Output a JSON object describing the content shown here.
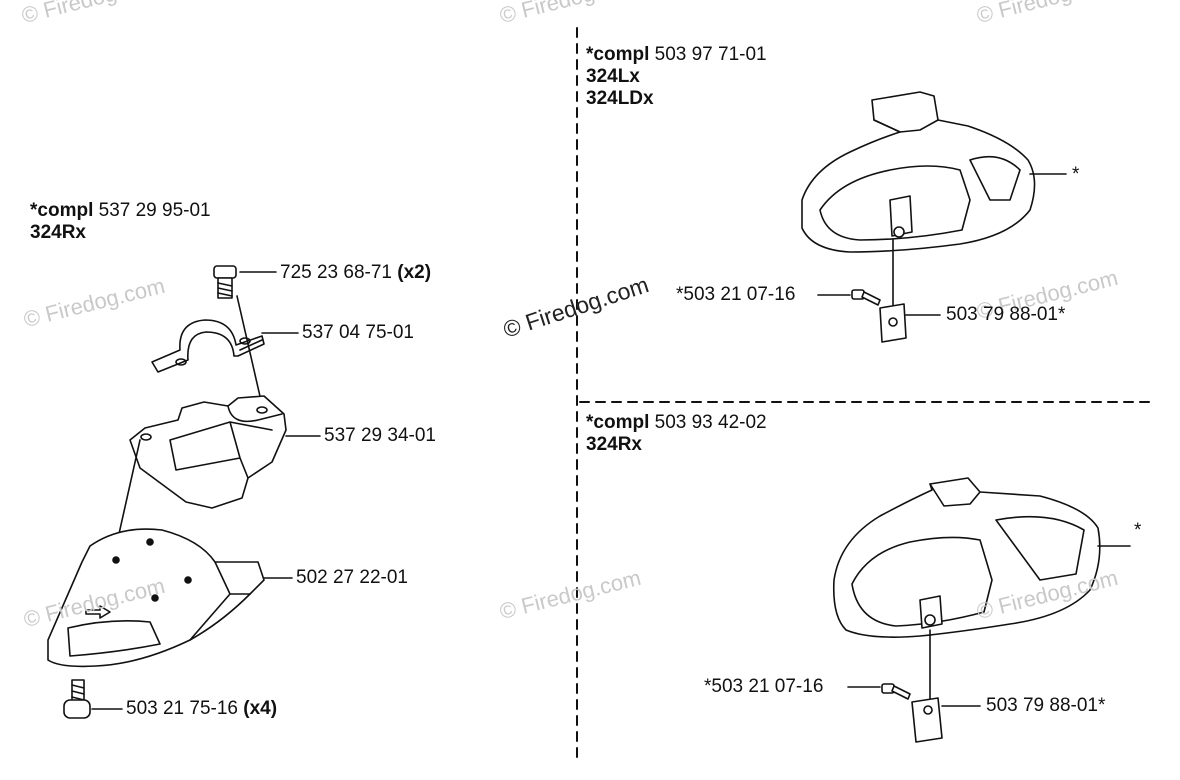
{
  "watermark": "© Firedog.com",
  "left": {
    "compl_word": "*compl",
    "compl_number": "537 29 95-01",
    "model": "324Rx",
    "parts": [
      {
        "number": "725 23 68-71",
        "qty": "(x2)"
      },
      {
        "number": "537 04 75-01",
        "qty": ""
      },
      {
        "number": "537 29 34-01",
        "qty": ""
      },
      {
        "number": "502 27 22-01",
        "qty": ""
      },
      {
        "number": "503 21 75-16",
        "qty": "(x4)"
      }
    ]
  },
  "top_right": {
    "compl_word": "*compl",
    "compl_number": "503 97 71-01",
    "models": [
      "324Lx",
      "324LDx"
    ],
    "guard_mark": "*",
    "screw": "*503 21 07-16",
    "plate": "503 79 88-01*"
  },
  "bottom_right": {
    "compl_word": "*compl",
    "compl_number": "503 93 42-02",
    "model": "324Rx",
    "guard_mark": "*",
    "screw": "*503 21 07-16",
    "plate": "503 79 88-01*"
  }
}
